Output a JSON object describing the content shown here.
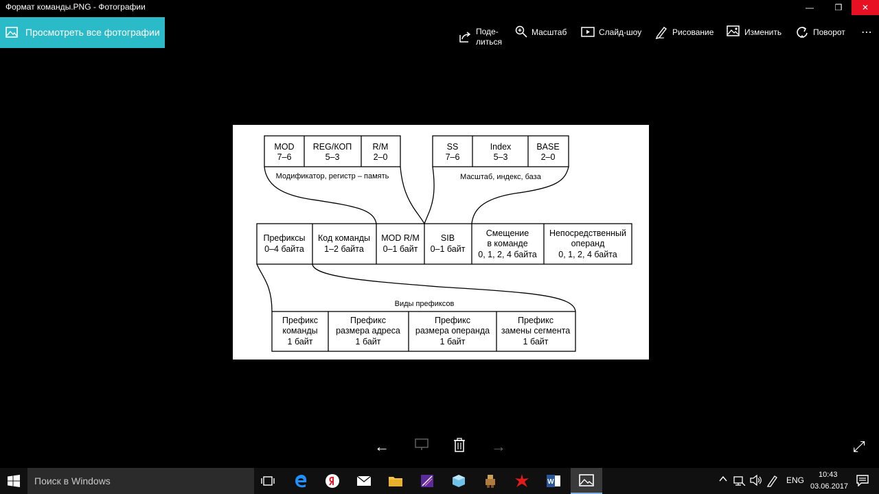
{
  "window": {
    "title": "Формат команды.PNG - Фотографии",
    "minimize": "—",
    "restore": "❐",
    "close": "✕"
  },
  "header": {
    "view_all": "Просмотреть все фотографии"
  },
  "toolbar": {
    "share_line1": "Поде-",
    "share_line2": "литься",
    "zoom": "Масштаб",
    "slideshow": "Слайд-шоу",
    "draw": "Рисование",
    "edit": "Изменить",
    "rotate": "Поворот",
    "more": "⋯"
  },
  "diagram": {
    "modrm_fields": [
      {
        "name": "MOD",
        "bits": "7–6"
      },
      {
        "name": "REG/КОП",
        "bits": "5–3"
      },
      {
        "name": "R/M",
        "bits": "2–0"
      }
    ],
    "modrm_caption": "Модификатор, регистр – память",
    "sib_fields": [
      {
        "name": "SS",
        "bits": "7–6"
      },
      {
        "name": "Index",
        "bits": "5–3"
      },
      {
        "name": "BASE",
        "bits": "2–0"
      }
    ],
    "sib_caption": "Масштаб, индекс, база",
    "main_fields": [
      {
        "l1": "Префиксы",
        "l2": "0–4 байта",
        "l3": ""
      },
      {
        "l1": "Код команды",
        "l2": "1–2 байта",
        "l3": ""
      },
      {
        "l1": "MOD R/M",
        "l2": "0–1 байт",
        "l3": ""
      },
      {
        "l1": "SIB",
        "l2": "0–1 байт",
        "l3": ""
      },
      {
        "l1": "Смещение",
        "l2": "в команде",
        "l3": "0, 1, 2, 4 байта"
      },
      {
        "l1": "Непосредственный",
        "l2": "операнд",
        "l3": "0, 1, 2, 4 байта"
      }
    ],
    "prefix_caption": "Виды префиксов",
    "prefix_fields": [
      {
        "l1": "Префикс",
        "l2": "команды",
        "l3": "1 байт"
      },
      {
        "l1": "Префикс",
        "l2": "размера адреса",
        "l3": "1 байт"
      },
      {
        "l1": "Префикс",
        "l2": "размера операнда",
        "l3": "1 байт"
      },
      {
        "l1": "Префикс",
        "l2": "замены сегмента",
        "l3": "1 байт"
      }
    ]
  },
  "nav": {
    "prev": "←",
    "next": "→",
    "fullscreen": "⤢"
  },
  "taskbar": {
    "search_placeholder": "Поиск в Windows",
    "language": "ENG",
    "time": "10:43",
    "date": "03.06.2017"
  },
  "colors": {
    "accent": "#2bbbc8",
    "close": "#e81123",
    "taskbar": "#101010"
  }
}
